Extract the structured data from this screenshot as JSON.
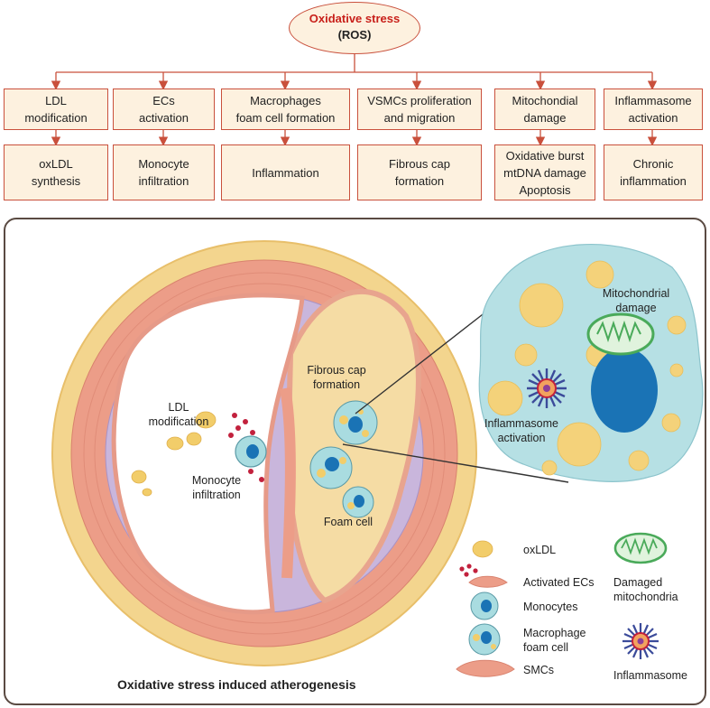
{
  "root": {
    "title": "Oxidative stress",
    "subtitle": "(ROS)"
  },
  "columns": [
    {
      "top": "LDL\nmodification",
      "bottom": "oxLDL\nsynthesis"
    },
    {
      "top": "ECs\nactivation",
      "bottom": "Monocyte\ninfiltration"
    },
    {
      "top": "Macrophages\nfoam cell formation",
      "bottom": "Inflammation"
    },
    {
      "top": "VSMCs proliferation\nand migration",
      "bottom": "Fibrous cap\nformation"
    },
    {
      "top": "Mitochondial\ndamage",
      "bottom": "Oxidative burst\nmtDNA damage\nApoptosis"
    },
    {
      "top": "Inflammasome\nactivation",
      "bottom": "Chronic\ninflammation"
    }
  ],
  "illustration": {
    "ldl_label": "LDL\nmodification",
    "monocyte_label": "Monocyte\ninfiltration",
    "fibrous_label": "Fibrous cap\nformation",
    "foam_label": "Foam cell",
    "mito_label": "Mitochondrial\ndamage",
    "inflam_label": "Inflammasome\nactivation",
    "caption": "Oxidative stress induced atherogenesis"
  },
  "legend": {
    "oxldl": "oxLDL",
    "ecs": "Activated ECs",
    "monocytes": "Monocytes",
    "macrophage": "Macrophage\nfoam cell",
    "smcs": "SMCs",
    "mito": "Damaged\nmitochondria",
    "inflammasome": "Inflammasome"
  },
  "colors": {
    "arrow": "#c9503c",
    "box_fill": "#fdf1df",
    "adventitia": "#f3d58e",
    "media": "#ec9d88",
    "intima": "#c9b6dc",
    "cell_fill": "#a9dce0",
    "nucleus": "#1a73b5",
    "ldl": "#f2cd6a",
    "ec_dot": "#c2213d"
  }
}
